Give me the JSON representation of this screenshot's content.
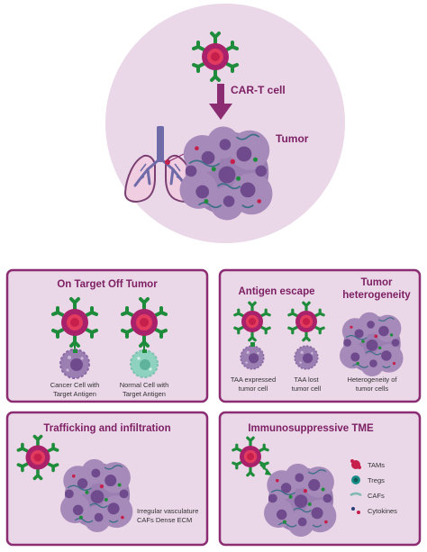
{
  "colors": {
    "panel_fill": "#ead7e8",
    "panel_border": "#8c2c73",
    "circle_fill": "#ead7e8",
    "tcell_red": "#c61f4b",
    "tcell_ring": "#a9216a",
    "tcr_green": "#1f8c3b",
    "tumor_purple": "#9b7fb2",
    "tumor_dark": "#6f4b8e",
    "arrow": "#8c2c73",
    "lung_pink": "#f0cde0",
    "lung_outline": "#7a3f72",
    "trachea": "#6f6aa8",
    "normal_cell": "#8fd2c0",
    "title_text": "#7d1f63"
  },
  "top": {
    "cart_label": "CAR-T cell",
    "tumor_label": "Tumor"
  },
  "panels": {
    "on_target": {
      "title": "On Target Off Tumor",
      "cancel_caption_1": "Cancer Cell with",
      "cancel_caption_2": "Target Antigen",
      "normal_caption_1": "Normal Cell with",
      "normal_caption_2": "Target Antigen"
    },
    "antigen": {
      "title_1": "Antigen escape",
      "title_2a": "Tumor",
      "title_2b": "heterogeneity",
      "taa_exp_1": "TAA expressed",
      "taa_exp_2": "tumor cell",
      "taa_lost_1": "TAA lost",
      "taa_lost_2": "tumor cell",
      "hetero_1": "Heterogeneity of",
      "hetero_2": "tumor cells"
    },
    "trafficking": {
      "title": "Trafficking and infiltration",
      "caption_1": "Irregular vasculature",
      "caption_2": "CAFs Dense ECM"
    },
    "tme": {
      "title": "Immunosuppressive TME",
      "legend": [
        "TAMs",
        "Tregs",
        "CAFs",
        "Cytokines"
      ]
    }
  }
}
